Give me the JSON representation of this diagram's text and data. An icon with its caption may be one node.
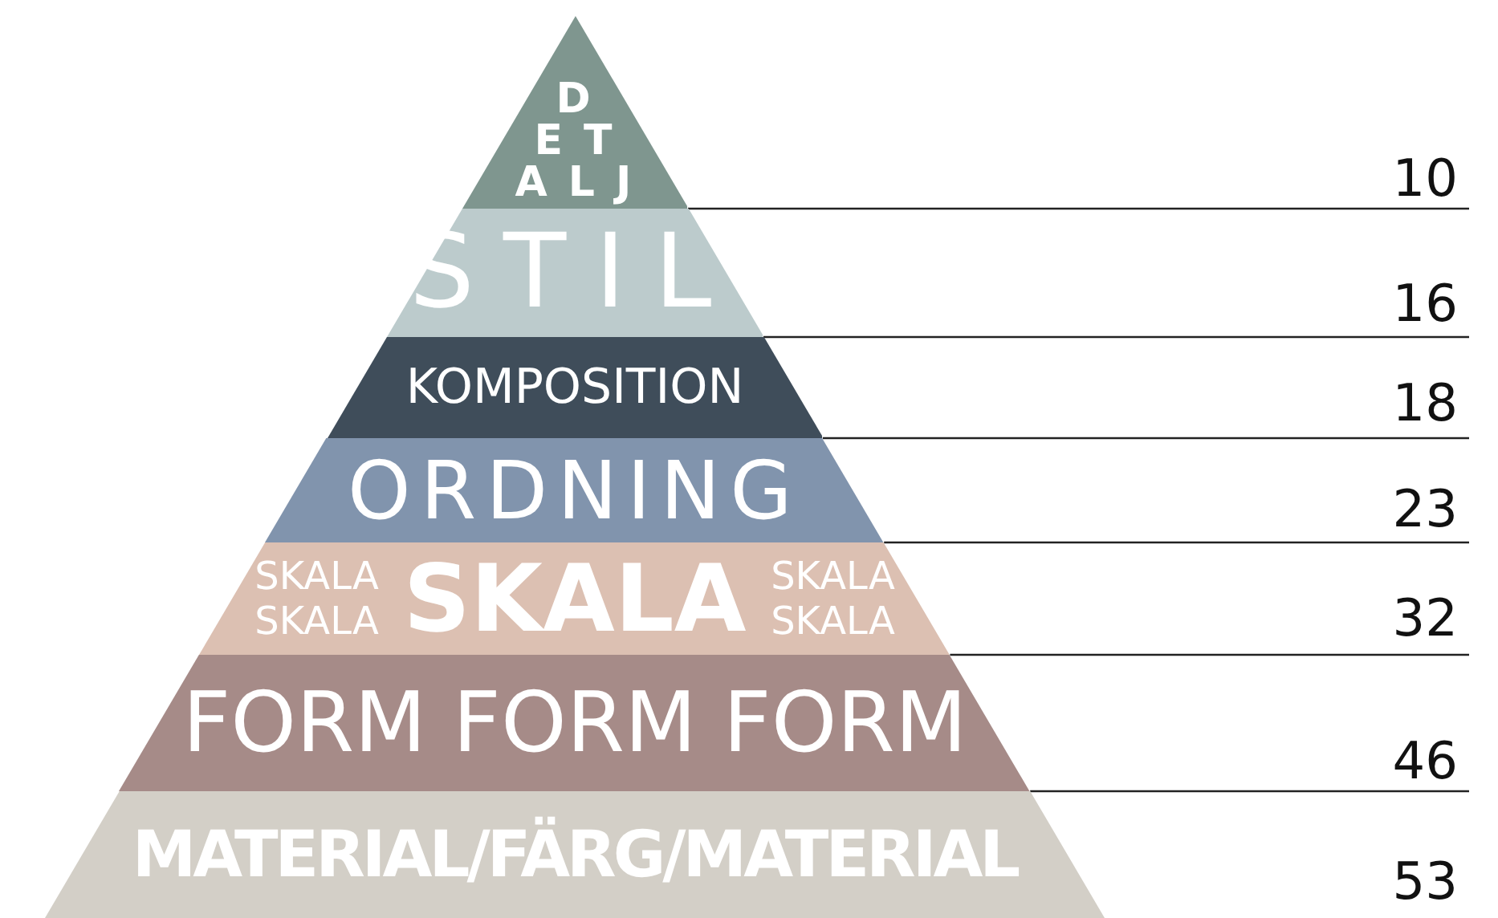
{
  "diagram": {
    "nodes": [
      {
        "text": [
          "D E T A L J"
        ]
      },
      {
        "text": [
          "STIL"
        ]
      },
      {
        "text": [
          "KOMPOSITION"
        ]
      },
      {
        "text": [
          "ORDNING"
        ]
      },
      {
        "text": [
          "SKALA SKALA",
          "SKALA",
          "SKALA SKALA"
        ]
      },
      {
        "text": [
          "FORM FORM FORM"
        ]
      },
      {
        "text": [
          "MATERIAL/FÄRG/MATERIAL"
        ]
      }
    ],
    "labels": [
      "10",
      "16",
      "18",
      "23",
      "32",
      "46",
      "53"
    ]
  }
}
